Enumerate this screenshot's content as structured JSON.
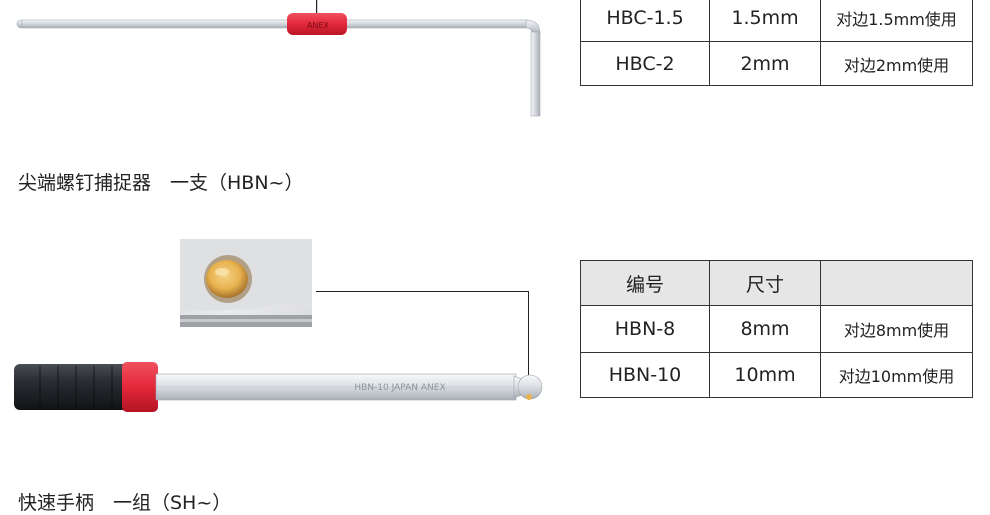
{
  "section1": {
    "label": "尖端螺钉捕捉器　一支（HBN~）"
  },
  "section2": {
    "label_partial": "快速手柄　一组（SH~）"
  },
  "table1": {
    "rows": [
      {
        "code": "HBC-1.5",
        "size": "1.5mm",
        "use": "对边1.5mm使用"
      },
      {
        "code": "HBC-2",
        "size": "2mm",
        "use": "对边2mm使用"
      }
    ]
  },
  "table2": {
    "headers": {
      "code": "编号",
      "size": "尺寸",
      "use": ""
    },
    "rows": [
      {
        "code": "HBN-8",
        "size": "8mm",
        "use": "对边8mm使用"
      },
      {
        "code": "HBN-10",
        "size": "10mm",
        "use": "对边10mm使用"
      }
    ]
  },
  "tool1": {
    "grip_logo": "ANEX"
  },
  "tool2": {
    "shaft_engraving": "HBN-10 JAPAN ANEX"
  },
  "colors": {
    "grip_red": "#e3283a",
    "handle_black": "#1f2126",
    "metal_light": "#e8ebef",
    "metal_mid": "#c3c8ce",
    "ball_amber": "#e8b24e"
  }
}
